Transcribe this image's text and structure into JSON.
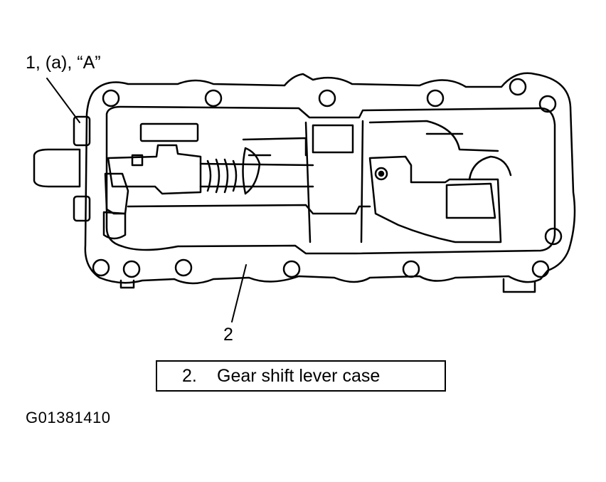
{
  "callouts": {
    "part_1": "1, (a), “A”",
    "part_2": "2"
  },
  "legend": {
    "number": "2.",
    "text": "Gear shift lever case"
  },
  "figure_id": "G01381410"
}
